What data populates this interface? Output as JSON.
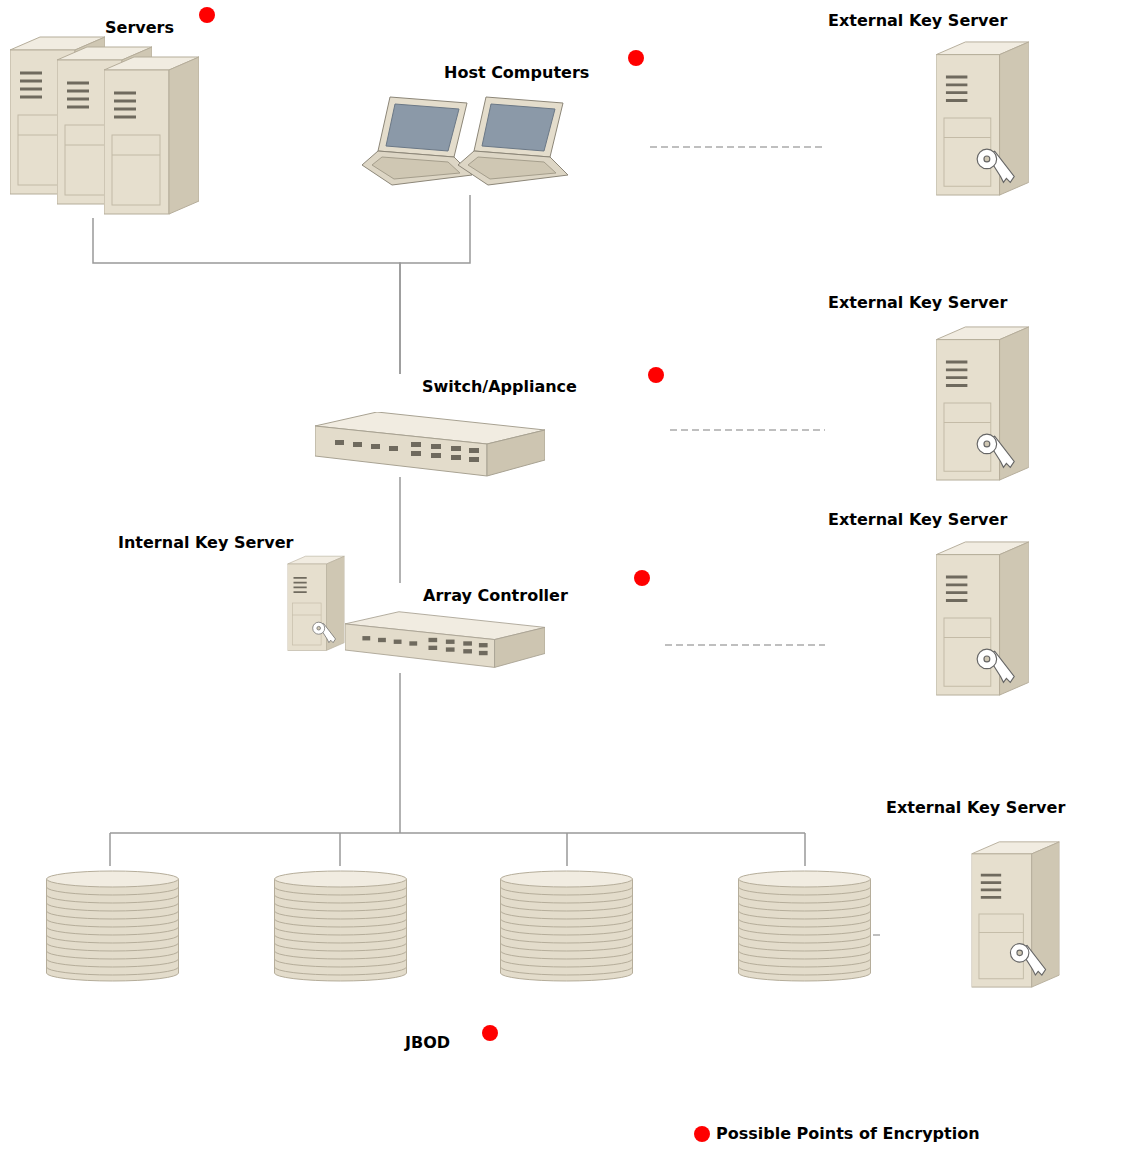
{
  "diagram": {
    "nodes": [
      {
        "text": [
          "Servers"
        ]
      },
      {
        "text": [
          "Host Computers"
        ]
      },
      {
        "text": [
          "External Key Server"
        ]
      },
      {
        "text": [
          "Switch/Appliance"
        ]
      },
      {
        "text": [
          "External Key Server"
        ]
      },
      {
        "text": [
          "External Key Server"
        ]
      },
      {
        "text": [
          "Internal Key Server"
        ]
      },
      {
        "text": [
          "Array Controller"
        ]
      },
      {
        "text": [
          "External Key Server"
        ]
      },
      {
        "text": [
          "JBOD"
        ]
      }
    ],
    "edges": [
      {
        "from": 0,
        "to": 3,
        "arrow": "none"
      },
      {
        "from": 1,
        "to": 3,
        "arrow": "none"
      },
      {
        "from": 1,
        "to": 2,
        "arrow": "none"
      },
      {
        "from": 3,
        "to": 4,
        "arrow": "none"
      },
      {
        "from": 3,
        "to": 7,
        "arrow": "none"
      },
      {
        "from": 7,
        "to": 5,
        "arrow": "none"
      },
      {
        "from": 7,
        "to": 9,
        "arrow": "none"
      },
      {
        "from": 9,
        "to": 8,
        "arrow": "none"
      }
    ],
    "legend": [
      {
        "text": "Possible Points of Encryption",
        "color": "#ff0000"
      }
    ]
  }
}
